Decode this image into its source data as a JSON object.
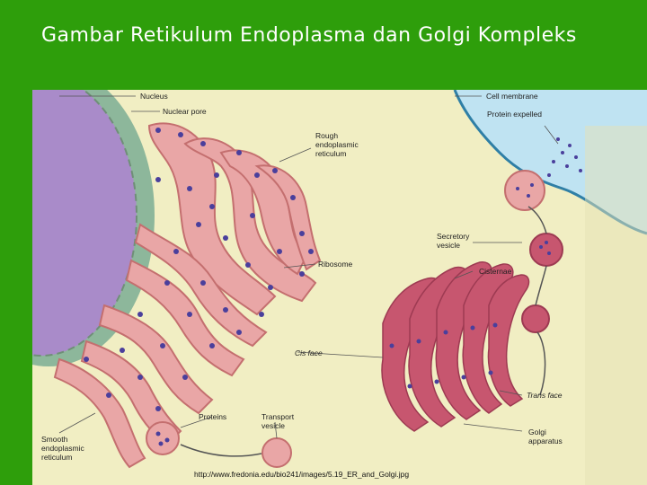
{
  "slide": {
    "title": "Gambar Retikulum Endoplasma dan Golgi Kompleks"
  },
  "diagram": {
    "labels": {
      "nucleus": "Nucleus",
      "nuclear_pore": "Nuclear pore",
      "rough_er": [
        "Rough",
        "endoplasmic",
        "reticulum"
      ],
      "ribosome": "Ribosome",
      "cell_membrane": "Cell membrane",
      "protein_expelled": "Protein expelled",
      "secretory_vesicle": [
        "Secretory",
        "vesicle"
      ],
      "cisternae": "Cisternae",
      "cis_face": "Cis face",
      "trans_face": "Trans face",
      "golgi_apparatus": [
        "Golgi",
        "apparatus"
      ],
      "proteins": "Proteins",
      "transport_vesicle": [
        "Transport",
        "vesicle"
      ],
      "smooth_er": [
        "Smooth",
        "endoplasmic",
        "reticulum"
      ]
    },
    "source_url": "http://www.fredonia.edu/bio241/images/5.19_ER_and_Golgi.jpg"
  },
  "colors": {
    "background": "#2e9e0b",
    "title_text": "#ffffff",
    "cytoplasm": "#f1eec3",
    "extracellular": "#bfe3f2",
    "nucleus": "#a98bc9",
    "nuclear_envelope": "#8db79b",
    "er_membrane": "#e9a6a6",
    "golgi": "#c7566f",
    "ribosome": "#4a3f9c"
  }
}
